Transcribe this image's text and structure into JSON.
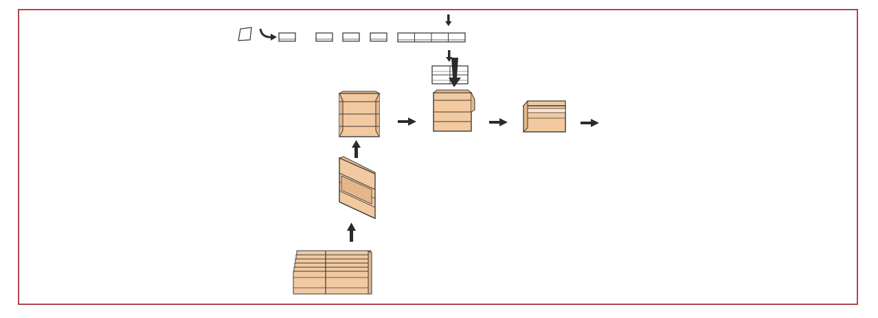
{
  "diagram": {
    "colors": {
      "frame": "#b0434f",
      "carton_face": "#f2c9a0",
      "carton_side": "#e4b68a",
      "carton_dark": "#c99c72",
      "tape": "#fbe7d2",
      "outline": "#3a3a3a",
      "sheet": "#ffffff",
      "arrow": "#2b2b2b"
    },
    "stages": [
      {
        "id": "flat-sheet-stack",
        "icon": "flat-carton-stack-icon"
      },
      {
        "id": "erecting",
        "icon": "carton-erecting-icon"
      },
      {
        "id": "open-carton",
        "icon": "open-carton-icon"
      },
      {
        "id": "filling",
        "icon": "carton-filling-icon"
      },
      {
        "id": "sealed-carton",
        "icon": "sealed-carton-icon"
      }
    ],
    "sheet_feed": {
      "singles": 4,
      "grouped": 4,
      "stacked_layers": 2
    }
  }
}
